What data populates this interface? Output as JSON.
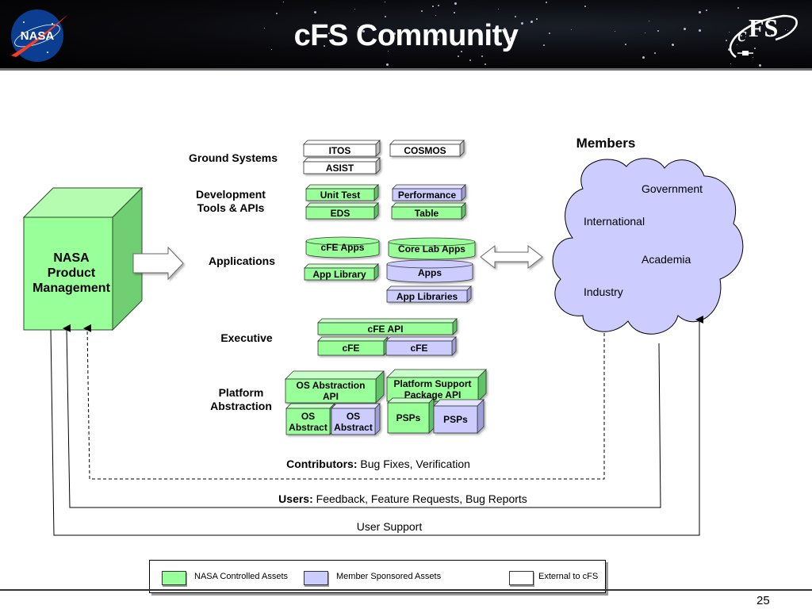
{
  "header": {
    "title": "cFS Community",
    "left_logo": "nasa-logo",
    "right_logo": "cfs-logo",
    "right_logo_text": "cFS"
  },
  "colors": {
    "nasa_controlled": "#99ff99",
    "member_sponsored": "#ccccff",
    "external": "#ffffff",
    "cloud": "#ccccff",
    "stroke": "#000000"
  },
  "nasa_box": {
    "label_lines": [
      "NASA",
      "Product",
      "Management"
    ]
  },
  "layers": {
    "ground_systems": {
      "label_lines": [
        "Ground Systems"
      ],
      "items": [
        {
          "label": "ITOS",
          "category": "external"
        },
        {
          "label": "ASIST",
          "category": "external"
        },
        {
          "label": "COSMOS",
          "category": "external"
        }
      ]
    },
    "dev_tools": {
      "label_lines": [
        "Development",
        "Tools & APIs"
      ],
      "items": [
        {
          "label": "Unit Test",
          "category": "nasa_controlled"
        },
        {
          "label": "EDS",
          "category": "nasa_controlled"
        },
        {
          "label": "Performance",
          "category": "member_sponsored"
        },
        {
          "label": "Table",
          "category": "nasa_controlled"
        }
      ]
    },
    "applications": {
      "label_lines": [
        "Applications"
      ],
      "items": [
        {
          "label": "cFE Apps",
          "category": "nasa_controlled"
        },
        {
          "label": "App Library",
          "category": "nasa_controlled"
        },
        {
          "label": "Core Lab Apps",
          "category": "nasa_controlled"
        },
        {
          "label": "Apps",
          "category": "member_sponsored"
        },
        {
          "label": "App Libraries",
          "category": "member_sponsored"
        }
      ]
    },
    "executive": {
      "label_lines": [
        "Executive"
      ],
      "items": [
        {
          "label": "cFE API",
          "category": "nasa_controlled"
        },
        {
          "label": "cFE",
          "category": "nasa_controlled"
        },
        {
          "label": "cFE",
          "category": "member_sponsored"
        }
      ]
    },
    "platform_abstraction": {
      "label_lines": [
        "Platform",
        "Abstraction"
      ],
      "items": [
        {
          "label_lines": [
            "OS Abstraction",
            "API"
          ],
          "category": "nasa_controlled"
        },
        {
          "label_lines": [
            "OS",
            "Abstract"
          ],
          "category": "nasa_controlled"
        },
        {
          "label_lines": [
            "OS",
            "Abstract"
          ],
          "category": "member_sponsored"
        },
        {
          "label_lines": [
            "Platform Support",
            "Package API"
          ],
          "category": "nasa_controlled"
        },
        {
          "label_lines": [
            "PSPs"
          ],
          "category": "nasa_controlled"
        },
        {
          "label_lines": [
            "PSPs"
          ],
          "category": "member_sponsored"
        }
      ]
    }
  },
  "members": {
    "title": "Members",
    "groups": [
      "Government",
      "International",
      "Academia",
      "Industry"
    ]
  },
  "flows": [
    {
      "bold": "Contributors:",
      "text": " Bug Fixes, Verification",
      "style": "dashed"
    },
    {
      "bold": "Users:",
      "text": " Feedback, Feature Requests, Bug Reports",
      "style": "solid"
    },
    {
      "bold": "",
      "text": "User Support",
      "style": "solid"
    }
  ],
  "legend": [
    {
      "label": "NASA Controlled Assets",
      "category": "nasa_controlled"
    },
    {
      "label": "Member Sponsored Assets",
      "category": "member_sponsored"
    },
    {
      "label": "External to cFS",
      "category": "external"
    }
  ],
  "footer": {
    "page_number": "25"
  }
}
